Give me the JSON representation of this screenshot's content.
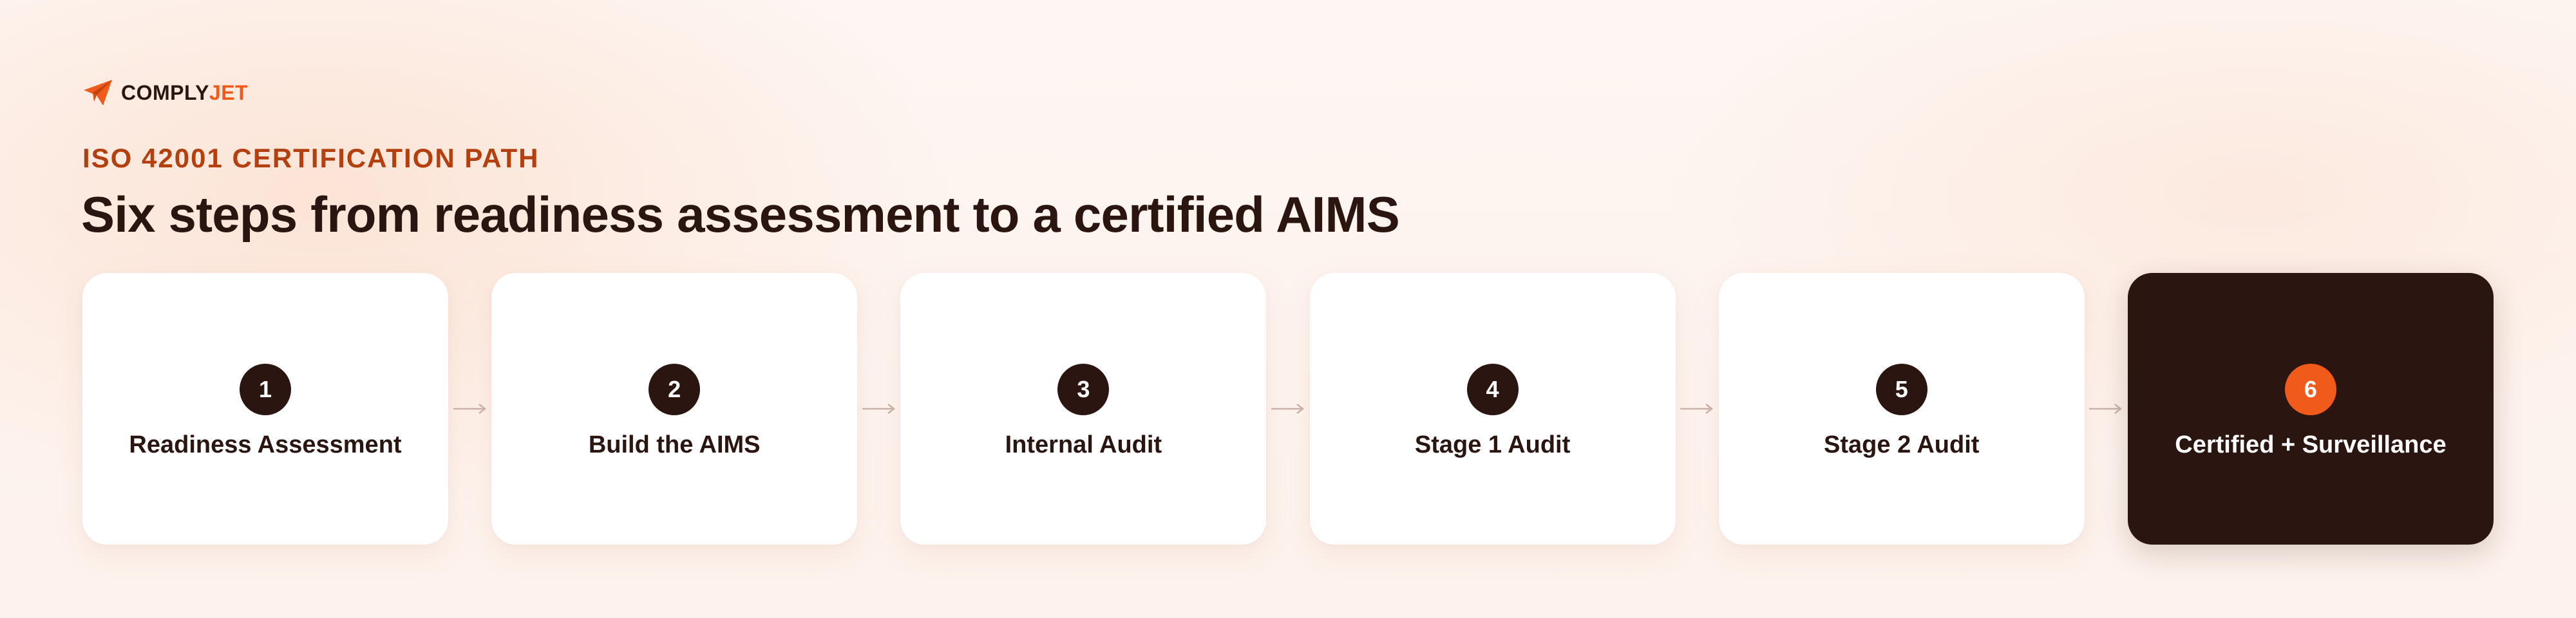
{
  "brand": {
    "name_part1": "COMPLY",
    "name_part2": "JET",
    "icon": "paper-plane-icon",
    "accent_color": "#f05a1a"
  },
  "eyebrow": "ISO 42001 CERTIFICATION PATH",
  "headline": "Six steps from readiness assessment to a certified AIMS",
  "steps": [
    {
      "number": "1",
      "label": "Readiness Assessment"
    },
    {
      "number": "2",
      "label": "Build the AIMS"
    },
    {
      "number": "3",
      "label": "Internal Audit"
    },
    {
      "number": "4",
      "label": "Stage 1 Audit"
    },
    {
      "number": "5",
      "label": "Stage 2 Audit"
    },
    {
      "number": "6",
      "label": "Certified + Surveillance"
    }
  ],
  "colors": {
    "dark": "#2a1510",
    "accent": "#f05a1a",
    "eyebrow": "#b4400f",
    "card": "#ffffff",
    "arrow": "#c9b3aa"
  },
  "connector_icon": "arrow-right-icon"
}
